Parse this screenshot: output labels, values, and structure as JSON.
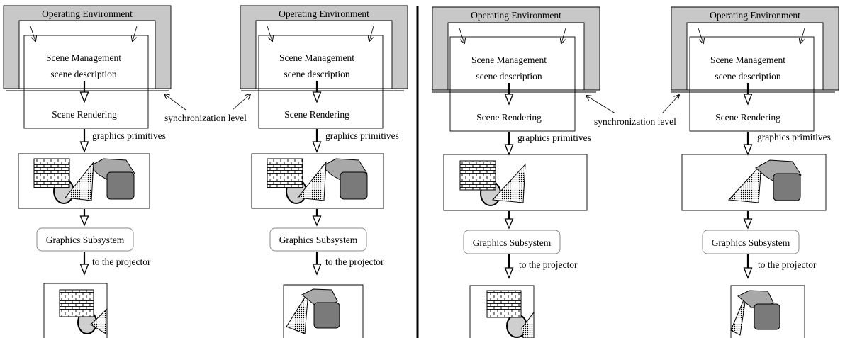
{
  "labels": {
    "env": "Operating Environment",
    "scene_mgmt": "Scene Management",
    "scene_desc": "scene   description",
    "scene_render": "Scene Rendering",
    "graphics_prims": "graphics   primitives",
    "gfx_subsystem": "Graphics Subsystem",
    "to_projector": "to the projector",
    "sync_level": "synchronization level"
  },
  "colors": {
    "env_fill": "#c8c8c8",
    "dark_square": "#7a7a7a",
    "ellipse_fill": "#cfcfcf",
    "quad_fill": "#a8a8a8"
  },
  "icons": [
    "brick-wall-icon",
    "ellipse-shape-icon",
    "dotted-triangle-icon",
    "gray-polygon-icon",
    "dark-square-icon"
  ],
  "divider": "vertical-separator"
}
